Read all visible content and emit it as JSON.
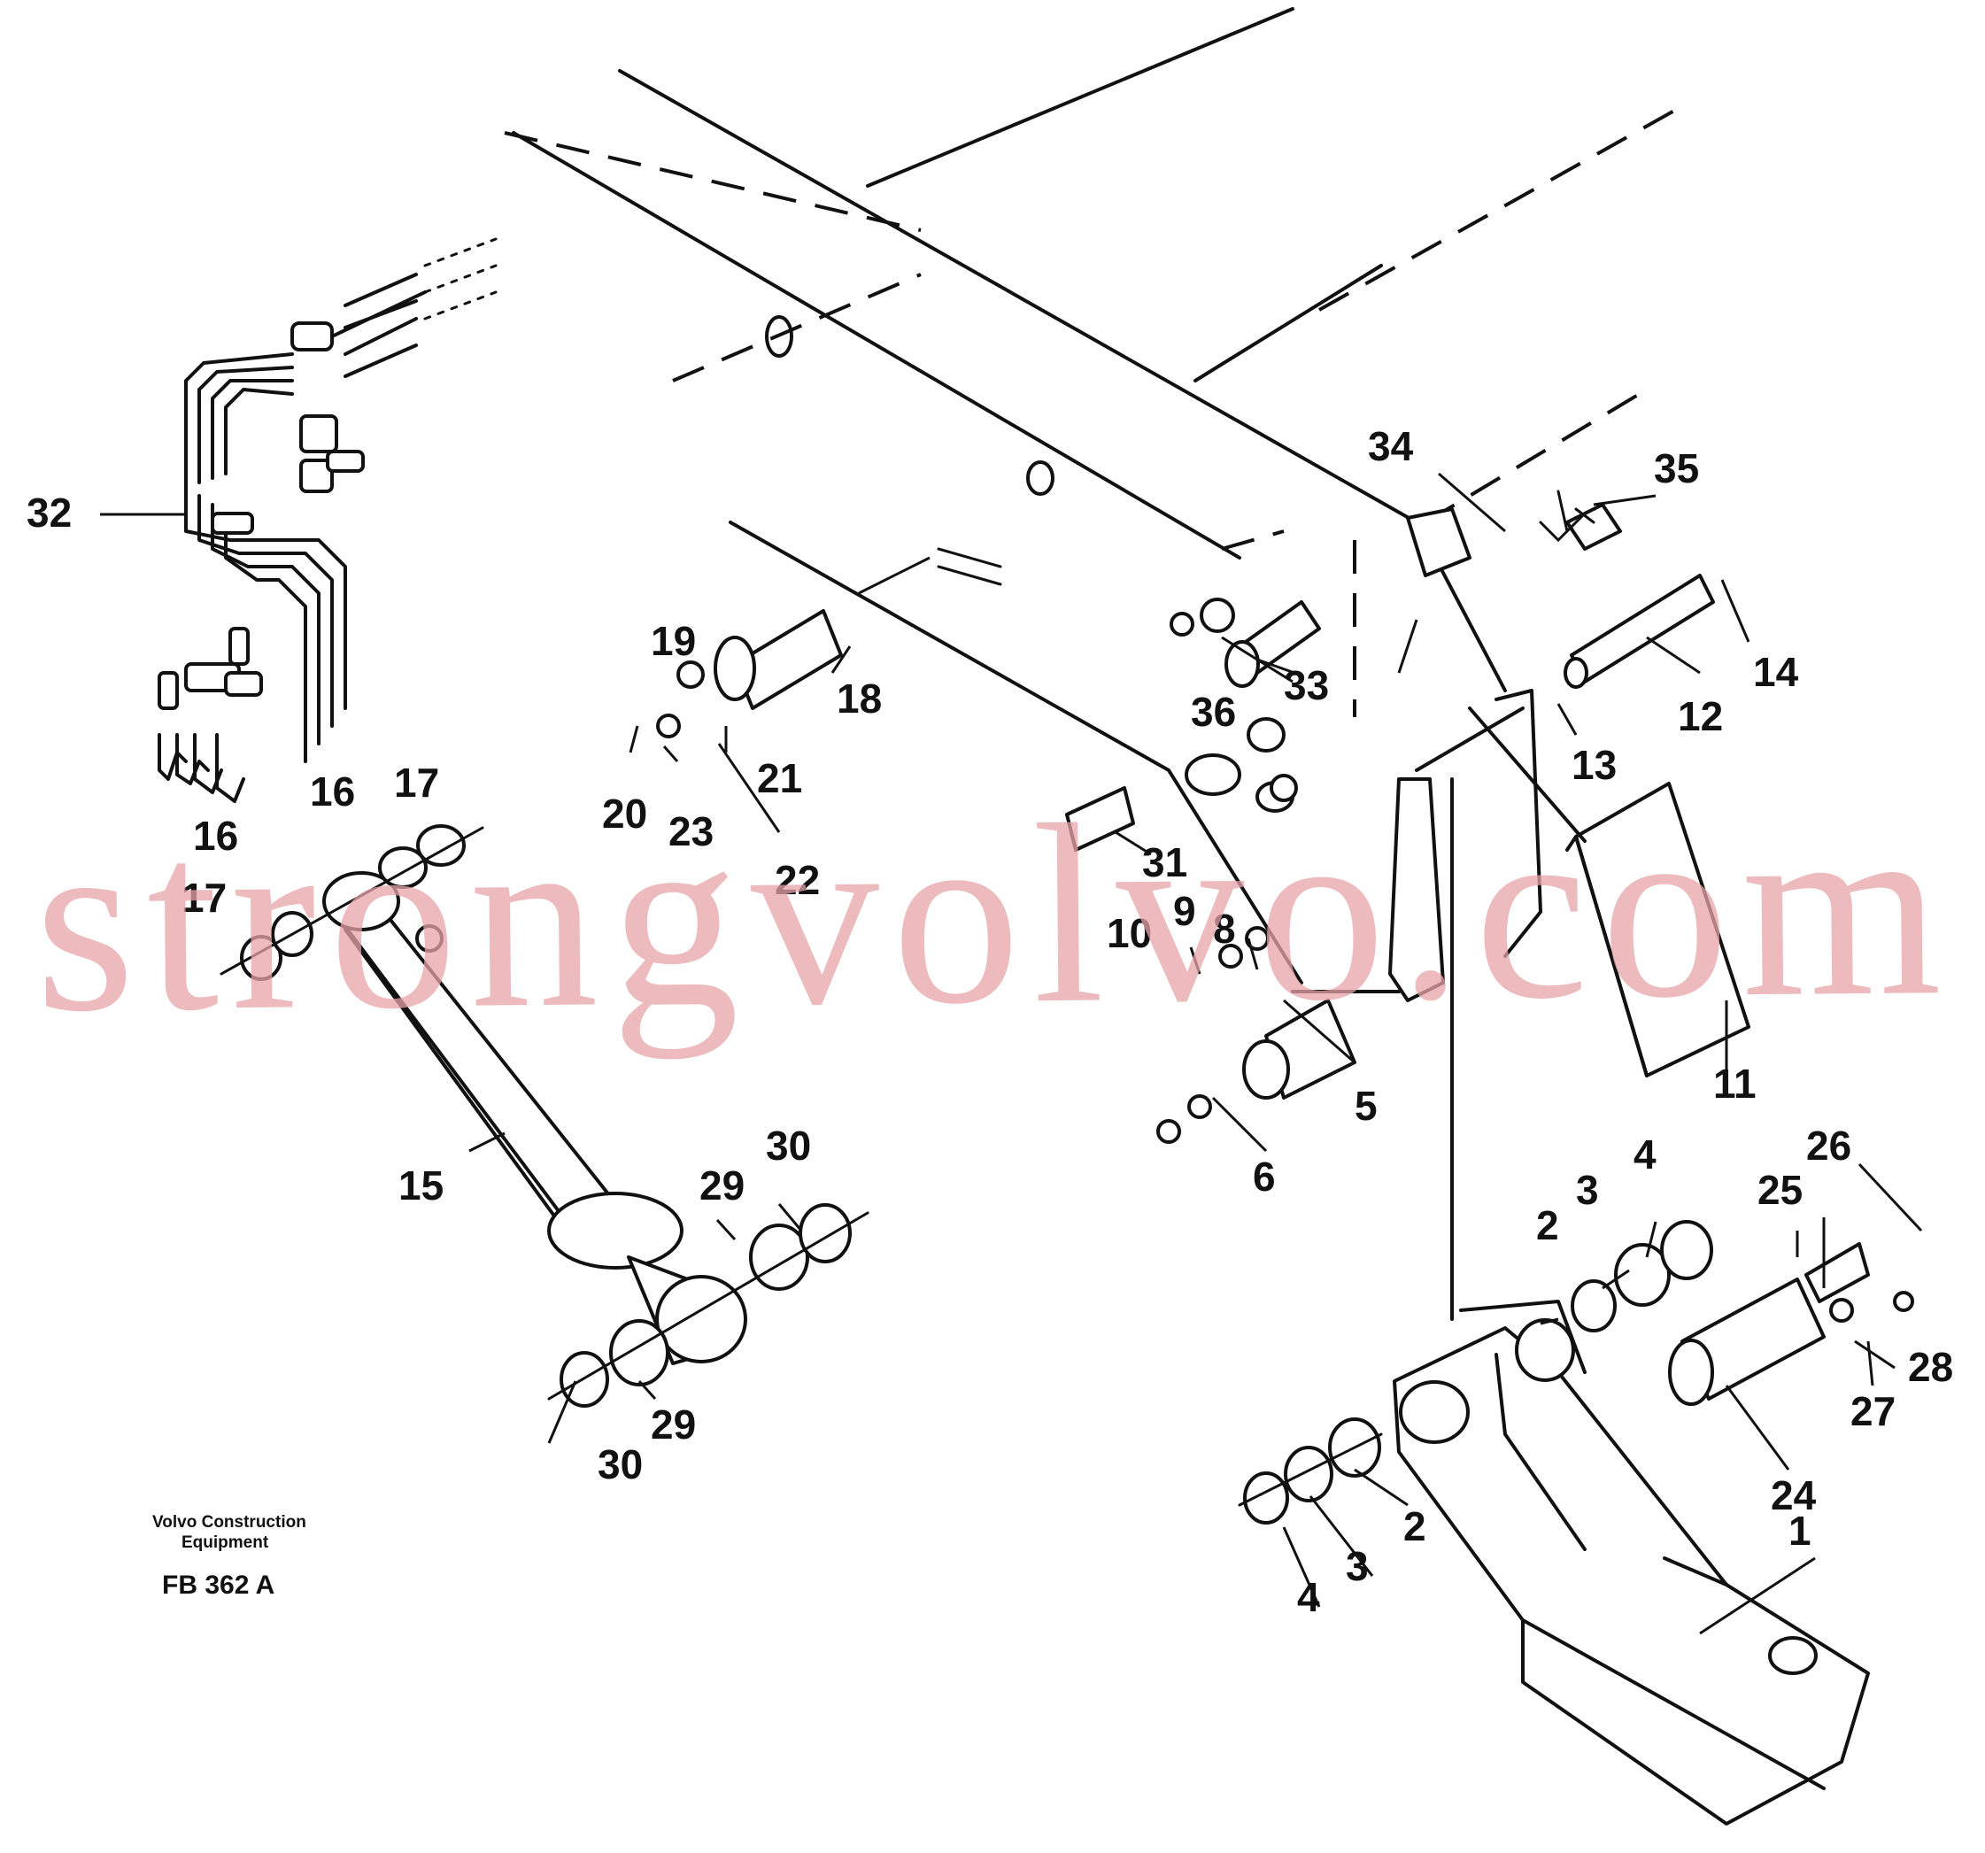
{
  "watermark": "strongvolvo.com",
  "footer": {
    "line1": "Volvo Construction",
    "line2": "Equipment",
    "code": "FB 362 A"
  },
  "callouts": [
    "32",
    "34",
    "35",
    "19",
    "18",
    "14",
    "12",
    "36",
    "33",
    "13",
    "21",
    "16",
    "17",
    "20",
    "23",
    "22",
    "31",
    "11",
    "16",
    "17",
    "8",
    "10",
    "9",
    "5",
    "15",
    "30",
    "29",
    "6",
    "26",
    "4",
    "3",
    "25",
    "2",
    "28",
    "27",
    "29",
    "30",
    "24",
    "2",
    "1",
    "3",
    "4"
  ]
}
